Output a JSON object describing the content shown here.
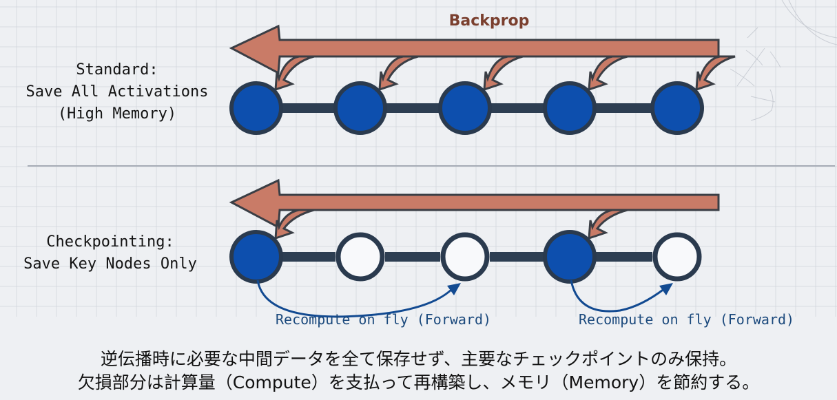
{
  "diagram": {
    "title_backprop": "Backprop",
    "standard": {
      "label_lines": [
        "Standard:",
        "Save All Activations",
        "(High Memory)"
      ],
      "nodes": [
        "saved",
        "saved",
        "saved",
        "saved",
        "saved"
      ],
      "backprop_targets": [
        0,
        1,
        2,
        3,
        4
      ]
    },
    "checkpointing": {
      "label_lines": [
        "Checkpointing:",
        "Save Key Nodes Only"
      ],
      "nodes": [
        "saved",
        "discarded",
        "discarded",
        "saved",
        "discarded"
      ],
      "backprop_targets": [
        0,
        3
      ],
      "recompute": [
        {
          "from": 0,
          "to": 2,
          "label": "Recompute on fly (Forward)"
        },
        {
          "from": 3,
          "to": 4,
          "label": "Recompute on fly (Forward)"
        }
      ]
    },
    "colors": {
      "backprop_arrow": "#c97b67",
      "saved_node": "#0d4fae",
      "discarded_node": "#f8f9fb",
      "outline": "#2a3a4e",
      "recompute_arrow": "#124a91"
    }
  },
  "caption": {
    "line1": "逆伝播時に必要な中間データを全て保存せず、主要なチェックポイントのみ保持。",
    "line2": "欠損部分は計算量（Compute）を支払って再構築し、メモリ（Memory）を節約する。"
  }
}
